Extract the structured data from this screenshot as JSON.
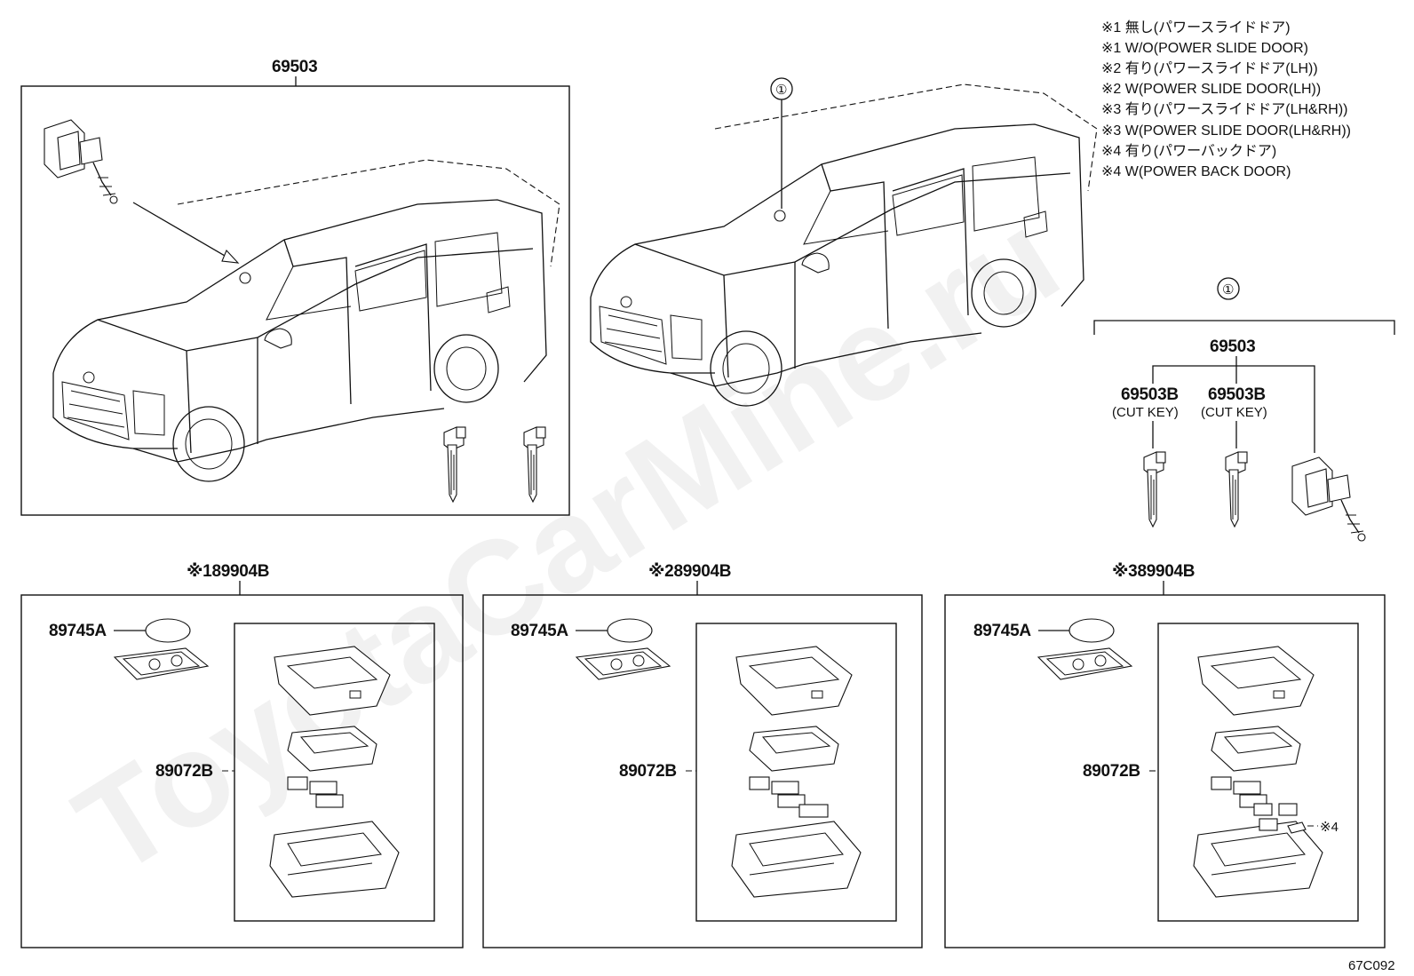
{
  "watermark": "ToyotaCarMine.ru",
  "legend": [
    "※1 無し(パワースライドドア)",
    "※1 W/O(POWER SLIDE DOOR)",
    "※2 有り(パワースライドドア(LH))",
    "※2 W(POWER SLIDE DOOR(LH))",
    "※3 有り(パワースライドドア(LH&RH))",
    "※3 W(POWER SLIDE DOOR(LH&RH))",
    "※4 有り(パワーバックドア)",
    "※4 W(POWER BACK DOOR)"
  ],
  "parts": {
    "main_set": "69503",
    "callout_car": "①",
    "callout_kit": "①",
    "kit_set": "69503",
    "cut_key_left": "69503B",
    "cut_key_left_note": "(CUT KEY)",
    "cut_key_right": "69503B",
    "cut_key_right_note": "(CUT KEY)",
    "remote_1": "※189904B",
    "remote_2": "※289904B",
    "remote_3": "※389904B",
    "battery": "89745A",
    "case": "89072B",
    "note_4": "※4"
  },
  "diagram_code": "67C092"
}
